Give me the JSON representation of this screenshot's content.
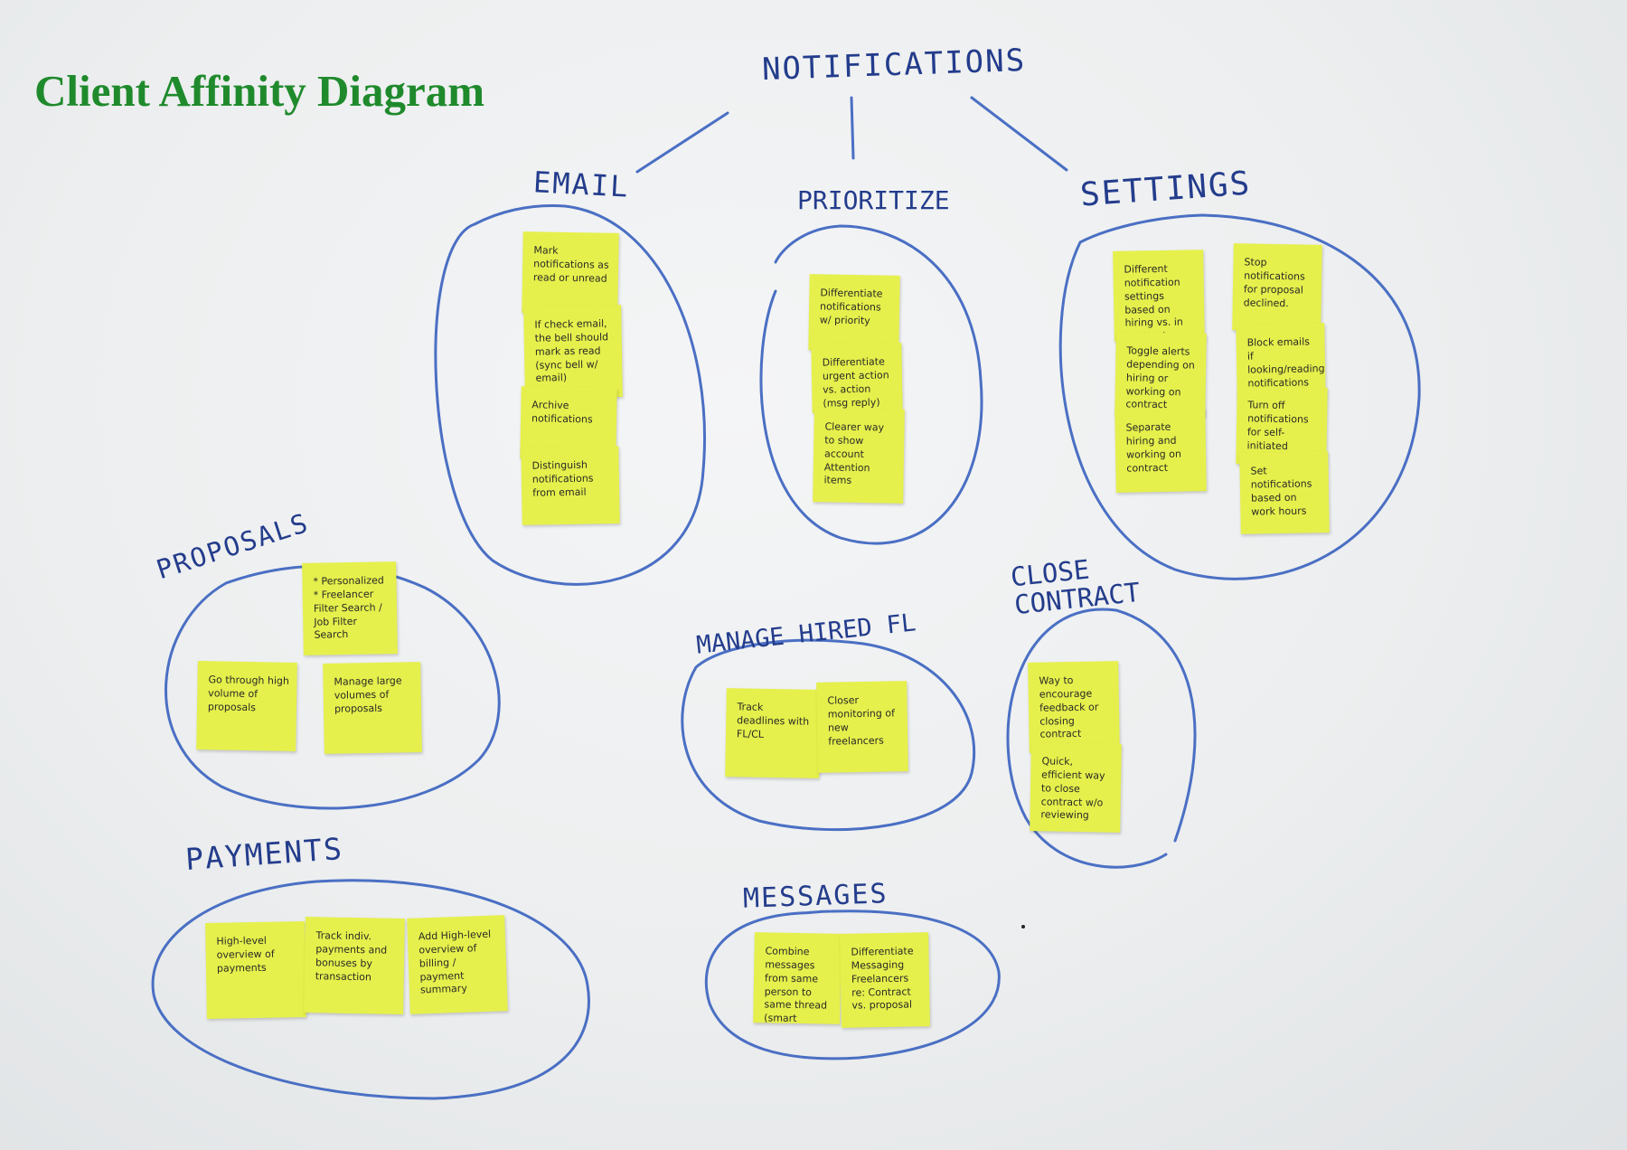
{
  "title": "Client Affinity Diagram",
  "labels": {
    "notifications": "NOTIFICATIONS",
    "email": "EMAIL",
    "prioritize": "PRIORITIZE",
    "settings": "SETTINGS",
    "proposals": "PROPOSALS",
    "close_contract_1": "CLOSE",
    "close_contract_2": "CONTRACT",
    "manage_hired_fl": "MANAGE HIRED FL",
    "payments": "PAYMENTS",
    "messages": "MESSAGES"
  },
  "notes": {
    "email": [
      "Mark notifications as read or unread",
      "If check email, the bell should mark as read (sync bell w/ email)",
      "Archive notifications",
      "Distinguish notifications from email"
    ],
    "prioritize": [
      "Differentiate notifications w/ priority",
      "Differentiate urgent action vs. action (msg reply)",
      "Clearer way to show account Attention items"
    ],
    "settings_left": [
      "Different notification settings based on hiring vs. in contract",
      "Toggle alerts depending on hiring or working on contract",
      "Separate hiring and working on contract"
    ],
    "settings_right": [
      "Stop notifications for proposal declined.",
      "Block emails if looking/reading notifications",
      "Turn off notifications for self-initiated actions",
      "Set notifications based on work hours"
    ],
    "proposals": [
      "* Personalized * Freelancer Filter Search / Job Filter Search",
      "Go through high volume of proposals",
      "Manage large volumes of proposals"
    ],
    "manage_hired": [
      "Track deadlines with FL/CL",
      "Closer monitoring of new freelancers"
    ],
    "close_contract": [
      "Way to encourage feedback or closing contract quickly",
      "Quick, efficient way to close contract w/o reviewing"
    ],
    "payments": [
      "High-level overview of payments",
      "Track indiv. payments and bonuses by transaction",
      "Add High-level overview of billing / payment summary"
    ],
    "messages": [
      "Combine messages from same person to same thread (smart filtering)",
      "Differentiate Messaging Freelancers re: Contract vs. proposal"
    ]
  },
  "colors": {
    "title": "#1f8a2c",
    "marker": "#233c8c",
    "ellipse_stroke": "#4a6fc4",
    "sticky": "#e6f04c"
  }
}
